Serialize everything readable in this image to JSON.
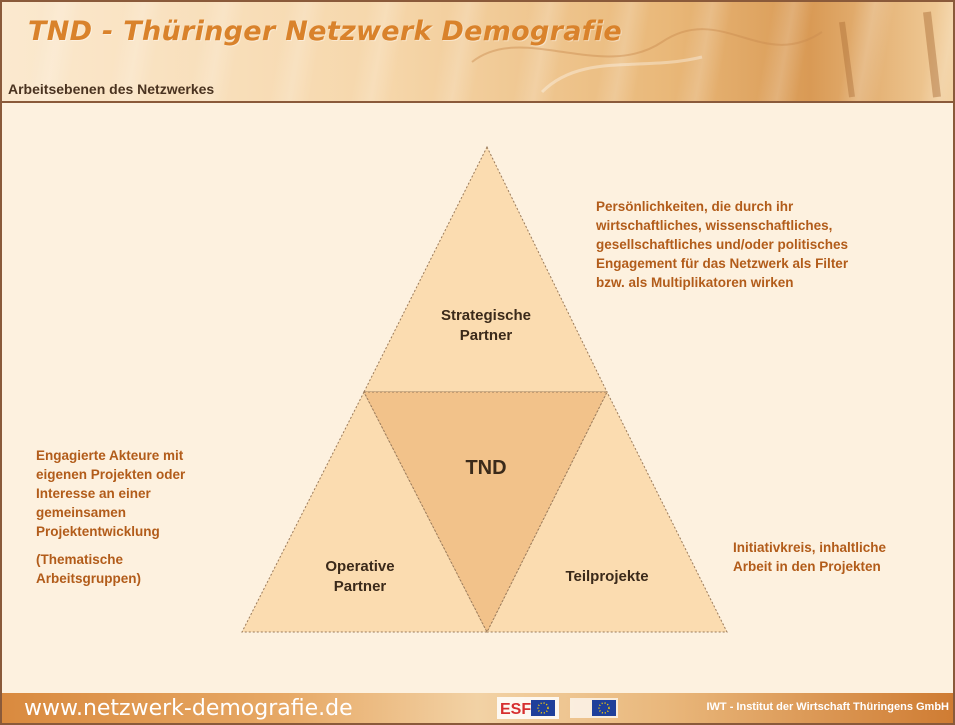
{
  "header": {
    "title": "TND - Thüringer Netzwerk Demografie",
    "subtitle": "Arbeitsebenen des Netzwerkes"
  },
  "diagram": {
    "top_label": [
      "Strategische",
      "Partner"
    ],
    "center_label": "TND",
    "left_label": [
      "Operative",
      "Partner"
    ],
    "right_label": "Teilprojekte",
    "desc_top": [
      "Persönlichkeiten, die durch ihr",
      "wirtschaftliches, wissenschaftliches,",
      "gesellschaftliches und/oder politisches",
      "Engagement für das Netzwerk als Filter",
      "bzw. als Multiplikatoren wirken"
    ],
    "desc_left": [
      "Engagierte Akteure mit",
      "eigenen Projekten oder",
      "Interesse an einer",
      "gemeinsamen",
      "Projektentwicklung"
    ],
    "desc_left_note": [
      "(Thematische",
      "Arbeitsgruppen)"
    ],
    "desc_right": [
      "Initiativkreis, inhaltliche",
      "Arbeit in den Projekten"
    ]
  },
  "footer": {
    "url": "www.netzwerk-demografie.de",
    "esf_logo_text": "ESF",
    "org": "IWT - Institut der Wirtschaft Thüringens GmbH"
  },
  "colors": {
    "background": "#fdf1df",
    "triangle_light": "#fbdcb0",
    "triangle_center": "#f2c28a",
    "title_orange": "#d9822b",
    "desc_orange": "#b25c1a"
  }
}
